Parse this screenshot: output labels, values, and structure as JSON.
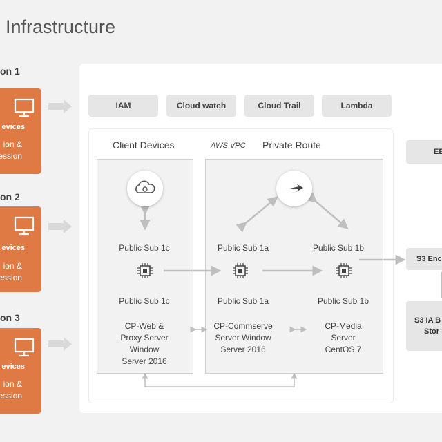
{
  "title": "Infrastructure",
  "locations": [
    {
      "label": "on 1",
      "devices": "evices",
      "desc_line1": "ion &",
      "desc_line2": "ession"
    },
    {
      "label": "on 2",
      "devices": "evices",
      "desc_line1": "ion &",
      "desc_line2": "ession"
    },
    {
      "label": "on 3",
      "devices": "evices",
      "desc_line1": "ion &",
      "desc_line2": "ession"
    }
  ],
  "services": [
    "IAM",
    "Cloud watch",
    "Cloud Trail",
    "Lambda"
  ],
  "client_devices": {
    "header": "Client Devices",
    "subnet_top": "Public Sub 1c",
    "subnet_bottom": "Public Sub 1c",
    "server": [
      "CP-Web &",
      "Proxy Server",
      "Window",
      "Server 2016"
    ]
  },
  "vpc": {
    "label": "AWS VPC",
    "header": "Private Route",
    "subnet_a_top": "Public Sub 1a",
    "subnet_b_top": "Public Sub 1b",
    "subnet_a_bottom": "Public Sub 1a",
    "subnet_b_bottom": "Public Sub 1b",
    "server_a": [
      "CP-Commserve",
      "Server Window",
      "Server 2016"
    ],
    "server_b": [
      "CP-Media",
      "Server",
      "CentOS 7"
    ]
  },
  "right_boxes": {
    "eb": "EB",
    "s3_enc": "S3 Enc",
    "s3_ia_line1": "S3 IA B",
    "s3_ia_line2": "Stor"
  },
  "icons": {
    "cloud": "cloud-gear-icon",
    "route": "cloud-route-icon",
    "chip": "chip-icon",
    "monitor": "monitor-icon"
  },
  "colors": {
    "accent": "#e07a45",
    "box": "#f2f2f2",
    "service": "#e6e6e6",
    "arrow": "#bfbfbf"
  }
}
